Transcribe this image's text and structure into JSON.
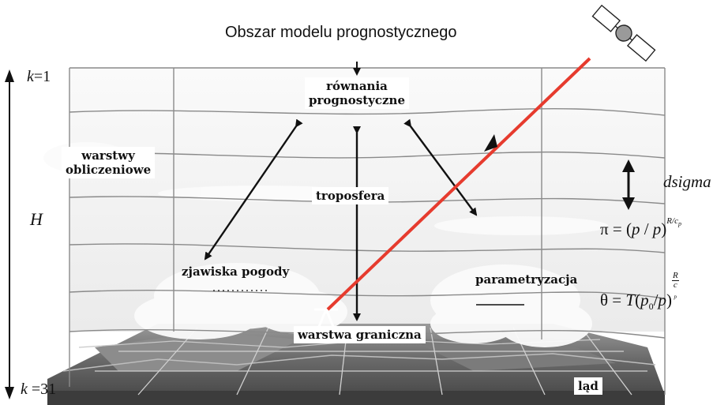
{
  "title": "Obszar modelu prognostycznego",
  "k_top": {
    "k": "k",
    "eq": "=1"
  },
  "k_bottom": {
    "k": "k",
    "eq": " =31"
  },
  "height_symbol": "H",
  "dsigma_label": "dsigma",
  "labels": {
    "rownania_line1": "równania",
    "rownania_line2": "prognostyczne",
    "warstwy_line1": "warstwy",
    "warstwy_line2": "obliczeniowe",
    "troposfera": "troposfera",
    "zjawiska": "zjawiska pogody",
    "parametryzacja": "parametryzacja",
    "warstwa_graniczna": "warstwa graniczna",
    "lad": "ląd"
  },
  "equations": {
    "pi": {
      "lhs": "π = (",
      "p1": "p",
      "slash": " / ",
      "p2": "p",
      "rp": ")",
      "exponent": "R/c",
      "exp_sub": "p"
    },
    "theta": {
      "lhs": "θ = ",
      "T": "T",
      "open": "(",
      "p0": "p",
      "sub0": "0",
      "slash": "/",
      "p": "p",
      "close": ")",
      "num": "R",
      "den": "c",
      "den_sub": "p"
    }
  },
  "colors": {
    "ray": "#e63b2e",
    "arrow": "#111111",
    "grid": "#8a8a8a",
    "ground": "#6d6d6d"
  }
}
